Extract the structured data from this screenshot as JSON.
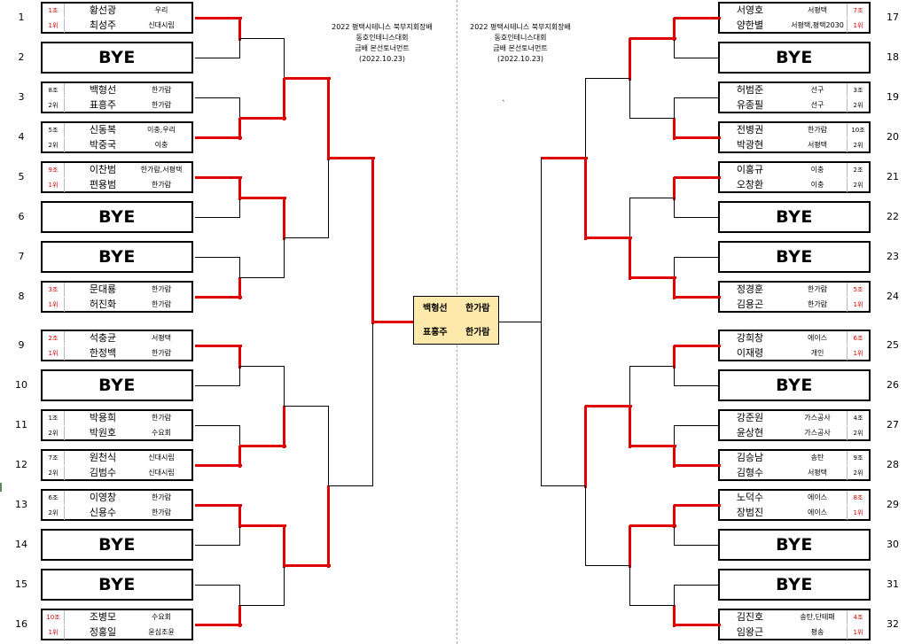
{
  "titles": {
    "left": [
      "2022 평택시테니스 북부지회장배",
      "동호인테니스대회",
      "금배 본선토너먼트",
      "(2022.10.23)"
    ],
    "right": [
      "2022 평택시테니스 북부지회장배",
      "동호인테니스대회",
      "금배 본선토너먼트",
      "(2022.10.23)"
    ]
  },
  "stray_mark": "`",
  "bye_label": "BYE",
  "winner": {
    "p1": {
      "name": "백형선",
      "club": "한가람"
    },
    "p2": {
      "name": "표흥주",
      "club": "한가람"
    }
  },
  "left": [
    {
      "seed": "1",
      "g": "1조",
      "r": "1위",
      "p1": "황선광",
      "c1": "우리",
      "p2": "최성주",
      "c2": "신대시립"
    },
    {
      "seed": "2",
      "bye": true
    },
    {
      "seed": "3",
      "g": "8조",
      "r": "2위",
      "p1": "백형선",
      "c1": "한가람",
      "p2": "표흥주",
      "c2": "한가람"
    },
    {
      "seed": "4",
      "g": "5조",
      "r": "2위",
      "p1": "신동복",
      "c1": "이충,우리",
      "p2": "박중국",
      "c2": "이충"
    },
    {
      "seed": "5",
      "g": "9조",
      "r": "1위",
      "p1": "이찬범",
      "c1": "한가람,서평택",
      "p2": "편용범",
      "c2": "한가람"
    },
    {
      "seed": "6",
      "bye": true
    },
    {
      "seed": "7",
      "bye": true
    },
    {
      "seed": "8",
      "g": "3조",
      "r": "1위",
      "p1": "문대룡",
      "c1": "한가람",
      "p2": "허진화",
      "c2": "한가람"
    },
    {
      "seed": "9",
      "g": "2조",
      "r": "1위",
      "p1": "석충균",
      "c1": "서평택",
      "p2": "한정백",
      "c2": "한가람"
    },
    {
      "seed": "10",
      "bye": true
    },
    {
      "seed": "11",
      "g": "1조",
      "r": "2위",
      "p1": "박용희",
      "c1": "한가람",
      "p2": "박원호",
      "c2": "수요회"
    },
    {
      "seed": "12",
      "g": "7조",
      "r": "2위",
      "p1": "원천식",
      "c1": "신대시립",
      "p2": "김범수",
      "c2": "신대시립"
    },
    {
      "seed": "13",
      "g": "6조",
      "r": "2위",
      "p1": "이영창",
      "c1": "한가람",
      "p2": "신용수",
      "c2": "한가람"
    },
    {
      "seed": "14",
      "bye": true
    },
    {
      "seed": "15",
      "bye": true
    },
    {
      "seed": "16",
      "g": "10조",
      "r": "1위",
      "p1": "조병모",
      "c1": "수요회",
      "p2": "정홍일",
      "c2": "윤심조윤"
    }
  ],
  "right": [
    {
      "seed": "17",
      "g": "7조",
      "r": "1위",
      "p1": "서영호",
      "c1": "서평택",
      "p2": "양한별",
      "c2": "서평택,평택2030"
    },
    {
      "seed": "18",
      "bye": true
    },
    {
      "seed": "19",
      "g": "3조",
      "r": "2위",
      "p1": "허범준",
      "c1": "선구",
      "p2": "유종필",
      "c2": "선구"
    },
    {
      "seed": "20",
      "g": "10조",
      "r": "2위",
      "p1": "전병권",
      "c1": "한가람",
      "p2": "박광현",
      "c2": "서평택"
    },
    {
      "seed": "21",
      "g": "2조",
      "r": "2위",
      "p1": "이홍규",
      "c1": "이충",
      "p2": "오창환",
      "c2": "이충"
    },
    {
      "seed": "22",
      "bye": true
    },
    {
      "seed": "23",
      "bye": true
    },
    {
      "seed": "24",
      "g": "5조",
      "r": "1위",
      "p1": "정경훈",
      "c1": "한가람",
      "p2": "김용곤",
      "c2": "한가람"
    },
    {
      "seed": "25",
      "g": "6조",
      "r": "1위",
      "p1": "강희창",
      "c1": "에이스",
      "p2": "이재령",
      "c2": "개인"
    },
    {
      "seed": "26",
      "bye": true
    },
    {
      "seed": "27",
      "g": "4조",
      "r": "2위",
      "p1": "강준원",
      "c1": "가스공사",
      "p2": "윤상현",
      "c2": "가스공사"
    },
    {
      "seed": "28",
      "g": "9조",
      "r": "2위",
      "p1": "김승남",
      "c1": "송탄",
      "p2": "김형수",
      "c2": "서평택"
    },
    {
      "seed": "29",
      "g": "8조",
      "r": "1위",
      "p1": "노덕수",
      "c1": "에이스",
      "p2": "장범진",
      "c2": "에이스"
    },
    {
      "seed": "30",
      "bye": true
    },
    {
      "seed": "31",
      "bye": true
    },
    {
      "seed": "32",
      "g": "4조",
      "r": "1위",
      "p1": "김진호",
      "c1": "송탄,단테패",
      "p2": "임왕근",
      "c2": "평송"
    }
  ],
  "red_rank_groups": [
    "1조",
    "1위",
    "9조",
    "3조",
    "2조",
    "10조",
    "7조",
    "5조",
    "6조",
    "8조",
    "4조"
  ]
}
